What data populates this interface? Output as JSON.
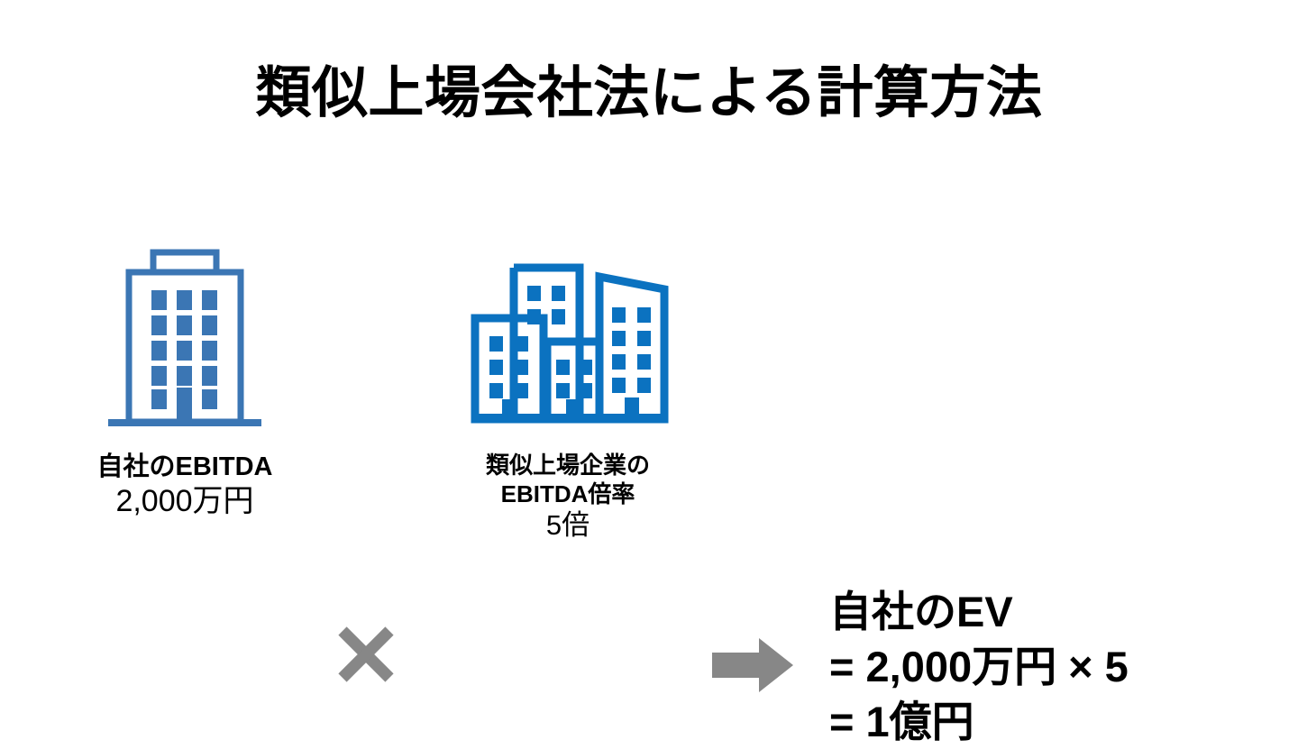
{
  "title": "類似上場会社法による計算方法",
  "colors": {
    "own_building_blue": "#3B76B4",
    "peer_building_blue": "#0B72C0",
    "operator_gray": "#878787",
    "text_black": "#000000",
    "background": "#FFFFFF"
  },
  "own_company": {
    "icon": "office-building-icon",
    "label_bold": "自社のEBITDA",
    "label_value": "2,000万円"
  },
  "operator_multiply": {
    "icon": "multiply-icon",
    "symbol": "×"
  },
  "peer_companies": {
    "icon": "city-buildings-icon",
    "label_bold_line1": "類似上場企業の",
    "label_bold_line2": "EBITDA倍率",
    "label_value": "5倍"
  },
  "operator_arrow": {
    "icon": "right-arrow-icon",
    "symbol": "→"
  },
  "result": {
    "line1": "自社のEV",
    "line2": "= 2,000万円 × 5",
    "line3": "= 1億円"
  },
  "chart_data": {
    "type": "diagram",
    "title": "類似上場会社法による計算方法",
    "formula": "自社のEBITDA × 類似上場企業のEBITDA倍率 = 自社のEV",
    "terms": [
      {
        "name": "自社のEBITDA",
        "value": "2,000万円"
      },
      {
        "name": "類似上場企業のEBITDA倍率",
        "value": "5倍"
      }
    ],
    "result": {
      "name": "自社のEV",
      "value": "1億円",
      "calculation": "2,000万円 × 5"
    }
  }
}
